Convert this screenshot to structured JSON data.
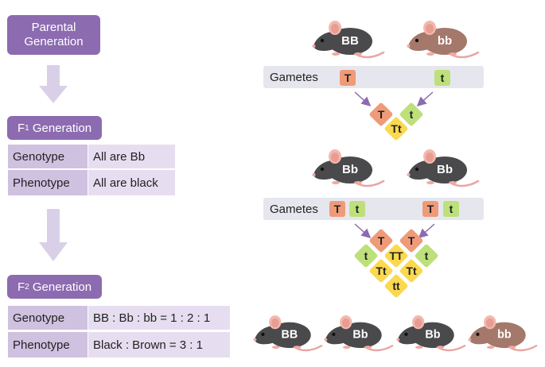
{
  "left": {
    "parental": [
      "Parental",
      "Generation"
    ],
    "f1": {
      "title_pre": "F",
      "title_sub": "1",
      "title_post": " Generation",
      "rows": [
        {
          "label": "Genotype",
          "value": "All are Bb"
        },
        {
          "label": "Phenotype",
          "value": "All are black"
        }
      ]
    },
    "f2": {
      "title_pre": "F",
      "title_sub": "2",
      "title_post": " Generation",
      "rows": [
        {
          "label": "Genotype",
          "value": "BB : Bb : bb = 1 : 2 : 1"
        },
        {
          "label": "Phenotype",
          "value": "Black : Brown = 3 : 1"
        }
      ]
    }
  },
  "right": {
    "parents": [
      {
        "label": "BB",
        "fur": "black"
      },
      {
        "label": "bb",
        "fur": "brown"
      }
    ],
    "gametes1": {
      "label": "Gametes",
      "alleles": [
        "T",
        "t"
      ]
    },
    "cross1": {
      "top_left": "T",
      "top_right": "t",
      "result": "Tt"
    },
    "f1_mice": [
      {
        "label": "Bb",
        "fur": "black"
      },
      {
        "label": "Bb",
        "fur": "black"
      }
    ],
    "gametes2": {
      "label": "Gametes",
      "alleles_left": [
        "T",
        "t"
      ],
      "alleles_right": [
        "T",
        "t"
      ]
    },
    "cross2": {
      "top_left": "T",
      "top_right": "T",
      "left": "t",
      "right": "t",
      "center": "TT",
      "mid_left": "Tt",
      "mid_right": "Tt",
      "bottom": "tt"
    },
    "f2_mice": [
      {
        "label": "BB",
        "fur": "black"
      },
      {
        "label": "Bb",
        "fur": "black"
      },
      {
        "label": "Bb",
        "fur": "black"
      },
      {
        "label": "bb",
        "fur": "brown"
      }
    ]
  },
  "colors": {
    "purple": "#8c6bb0",
    "label_cell": "#cfc1e0",
    "value_cell": "#e6def0",
    "dominant_allele": "#ef9a78",
    "recessive_allele": "#bde07a",
    "offspring": "#fbd94f",
    "black_fur": "#4a4a4c",
    "brown_fur": "#a4786a"
  }
}
